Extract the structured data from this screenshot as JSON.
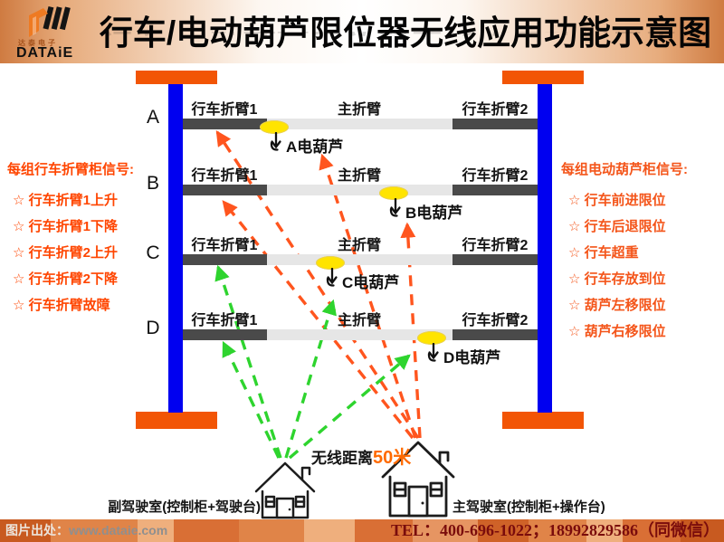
{
  "header": {
    "brand": "DATAiE",
    "brand_cn": "达泰电子",
    "title": "行车/电动葫芦限位器无线应用功能示意图"
  },
  "left_panel": {
    "title": "每组行车折臂柜信号:",
    "items": [
      "☆ 行车折臂1上升",
      "☆ 行车折臂1下降",
      "☆ 行车折臂2上升",
      "☆ 行车折臂2下降",
      "☆ 行车折臂故障"
    ]
  },
  "right_panel": {
    "title": "每组电动葫芦柜信号:",
    "items": [
      "☆ 行车前进限位",
      "☆ 行车后退限位",
      "☆ 行车超重",
      "☆ 行车存放到位",
      "☆ 葫芦左移限位",
      "☆ 葫芦右移限位"
    ]
  },
  "diagram": {
    "rows": [
      {
        "id": "A",
        "seg1": "行车折臂1",
        "seg2": "主折臂",
        "seg3": "行车折臂2",
        "hoist": "A电葫芦"
      },
      {
        "id": "B",
        "seg1": "行车折臂1",
        "seg2": "主折臂",
        "seg3": "行车折臂2",
        "hoist": "B电葫芦"
      },
      {
        "id": "C",
        "seg1": "行车折臂1",
        "seg2": "主折臂",
        "seg3": "行车折臂2",
        "hoist": "C电葫芦"
      },
      {
        "id": "D",
        "seg1": "行车折臂1",
        "seg2": "主折臂",
        "seg3": "行车折臂2",
        "hoist": "D电葫芦"
      }
    ],
    "wireless_prefix": "无线距离",
    "wireless_value": "50米",
    "left_house_label": "副驾驶室(控制柜+驾驶台)",
    "right_house_label": "主驾驶室(控制柜+操作台)"
  },
  "footer": {
    "source_label": "图片出处：",
    "source_url": "www.dataie.com",
    "tel": "TEL：400-696-1022；18992829586（同微信）"
  },
  "colors": {
    "accent_orange": "#f25505",
    "pillar_blue": "#0000f0",
    "signal_text_left": "#ff4500",
    "signal_text_right": "#f4551a",
    "arrow_orange": "#ff551e",
    "arrow_green": "#2ed42e",
    "hoist_yellow": "#ffe400",
    "tel_red": "#7a0c0c"
  }
}
